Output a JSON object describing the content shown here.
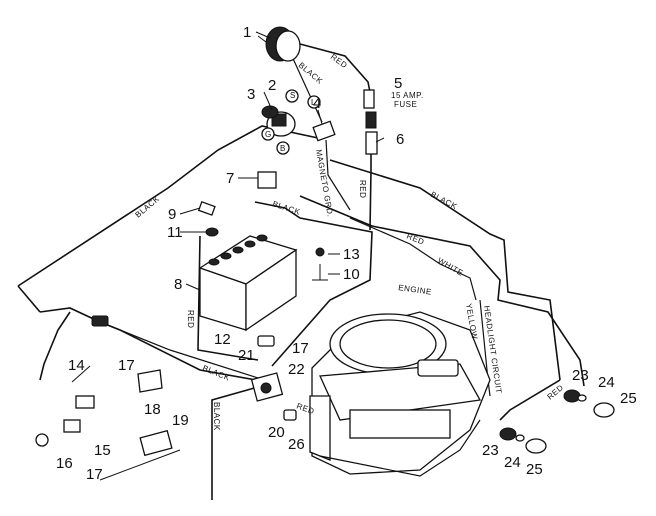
{
  "parts": [
    {
      "id": "p1",
      "label": "1"
    },
    {
      "id": "p2",
      "label": "2"
    },
    {
      "id": "p3",
      "label": "3"
    },
    {
      "id": "p4",
      "label": "4"
    },
    {
      "id": "p5",
      "label": "5"
    },
    {
      "id": "p6",
      "label": "6"
    },
    {
      "id": "p7",
      "label": "7"
    },
    {
      "id": "p8",
      "label": "8"
    },
    {
      "id": "p9",
      "label": "9"
    },
    {
      "id": "p10",
      "label": "10"
    },
    {
      "id": "p11",
      "label": "11"
    },
    {
      "id": "p12",
      "label": "12"
    },
    {
      "id": "p13",
      "label": "13"
    },
    {
      "id": "p14",
      "label": "14"
    },
    {
      "id": "p15",
      "label": "15"
    },
    {
      "id": "p16",
      "label": "16"
    },
    {
      "id": "p17a",
      "label": "17"
    },
    {
      "id": "p17b",
      "label": "17"
    },
    {
      "id": "p17c",
      "label": "17"
    },
    {
      "id": "p18",
      "label": "18"
    },
    {
      "id": "p19",
      "label": "19"
    },
    {
      "id": "p20",
      "label": "20"
    },
    {
      "id": "p21",
      "label": "21"
    },
    {
      "id": "p22",
      "label": "22"
    },
    {
      "id": "p23a",
      "label": "23"
    },
    {
      "id": "p23b",
      "label": "23"
    },
    {
      "id": "p24a",
      "label": "24"
    },
    {
      "id": "p24b",
      "label": "24"
    },
    {
      "id": "p25a",
      "label": "25"
    },
    {
      "id": "p25b",
      "label": "25"
    },
    {
      "id": "p26",
      "label": "26"
    }
  ],
  "wire_labels": {
    "red": "RED",
    "black": "BLACK",
    "white": "WHITE",
    "yellow": "YELLOW",
    "fuse_a": "15 AMP.",
    "fuse_b": "FUSE",
    "magneto": "MAGNETO GRD.",
    "headlight": "HEADLIGHT CIRCUIT",
    "engine": "ENGINE",
    "switch_s": "S",
    "switch_l": "L",
    "switch_g": "G",
    "switch_b": "B"
  }
}
